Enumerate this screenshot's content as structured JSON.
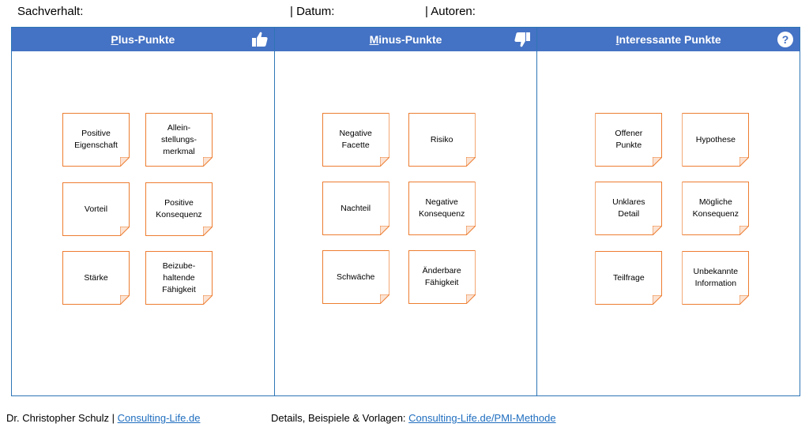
{
  "header": {
    "sachverhalt": "Sachverhalt:",
    "datum": "| Datum:",
    "autoren": "| Autoren:"
  },
  "columns": [
    {
      "title_initial": "P",
      "title_rest": "lus-Punkte",
      "icon": "thumbs-up-icon",
      "notes": [
        "Positive\nEigenschaft",
        "Allein-\nstellungs-\nmerkmal",
        "Vorteil",
        "Positive\nKonsequenz",
        "Stärke",
        "Beizube-\nhaltende\nFähigkeit"
      ]
    },
    {
      "title_initial": "M",
      "title_rest": "inus-Punkte",
      "icon": "thumbs-down-icon",
      "notes": [
        "Negative\nFacette",
        "Risiko",
        "Nachteil",
        "Negative\nKonsequenz",
        "Schwäche",
        "Änderbare\nFähigkeit"
      ]
    },
    {
      "title_initial": "I",
      "title_rest": "nteressante Punkte",
      "icon": "question-circle-icon",
      "notes": [
        "Offener\nPunkte",
        "Hypothese",
        "Unklares\nDetail",
        "Mögliche\nKonsequenz",
        "Teilfrage",
        "Unbekannte\nInformation"
      ]
    }
  ],
  "footer": {
    "author": "Dr. Christopher Schulz | ",
    "author_link": "Consulting-Life.de",
    "details": "Details, Beispiele & Vorlagen: ",
    "details_link": "Consulting-Life.de/PMI-Methode"
  },
  "colors": {
    "header_blue": "#4472c4",
    "border_blue": "#2e75b6",
    "note_orange": "#ed7d31",
    "link_blue": "#1f6ebf"
  }
}
